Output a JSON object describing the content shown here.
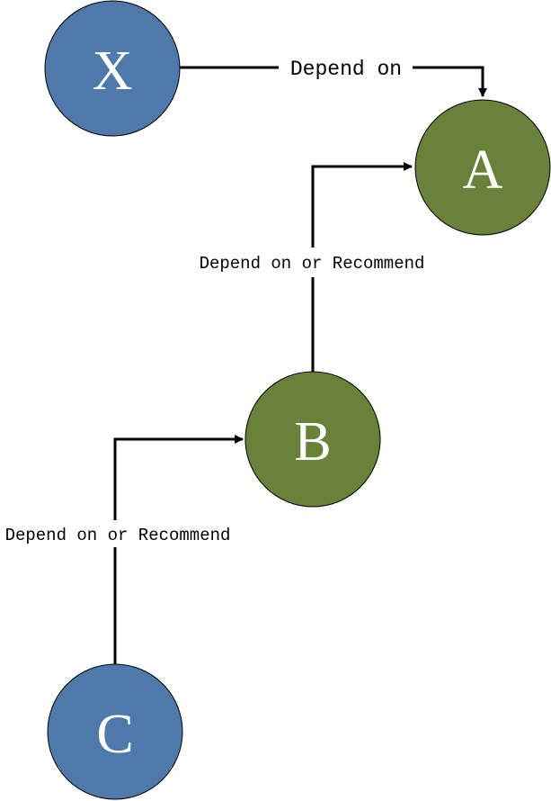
{
  "colors": {
    "blue_node": "#4f78ab",
    "green_node": "#6a8139",
    "node_stroke": "#000000",
    "edge": "#000000",
    "background": "#ffffff"
  },
  "nodes": {
    "x": {
      "label": "X",
      "color": "blue"
    },
    "a": {
      "label": "A",
      "color": "green"
    },
    "b": {
      "label": "B",
      "color": "green"
    },
    "c": {
      "label": "C",
      "color": "blue"
    }
  },
  "edges": {
    "x_to_a": {
      "from": "X",
      "to": "A",
      "label": "Depend on"
    },
    "b_to_a": {
      "from": "B",
      "to": "A",
      "label": "Depend on or Recommend"
    },
    "c_to_b": {
      "from": "C",
      "to": "B",
      "label": "Depend on or Recommend"
    }
  }
}
